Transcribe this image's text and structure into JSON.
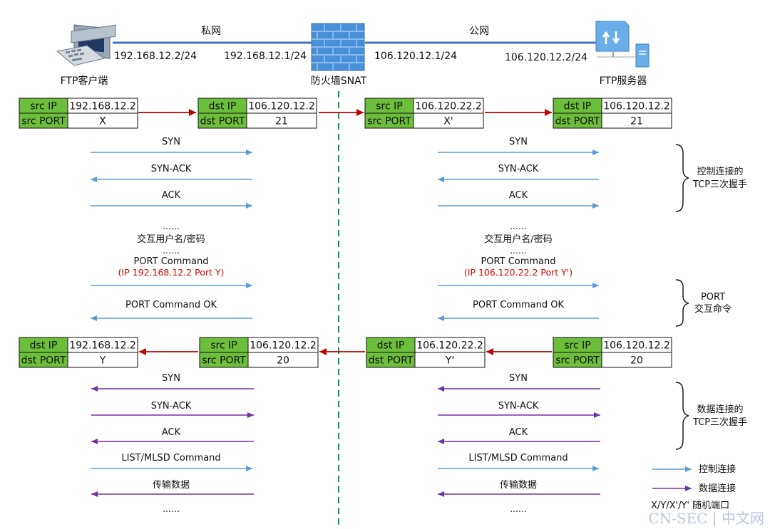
{
  "top": {
    "private_net": "私网",
    "public_net": "公网",
    "client_ip": "192.168.12.2/24",
    "fw_inside_ip": "192.168.12.1/24",
    "fw_outside_ip": "106.120.12.1/24",
    "server_ip": "106.120.12.2/24",
    "client_label": "FTP客户端",
    "firewall_label": "防火墙SNAT",
    "server_label": "FTP服务器"
  },
  "tables": {
    "t1": [
      [
        "src IP",
        "192.168.12.2"
      ],
      [
        "src PORT",
        "X"
      ]
    ],
    "t2": [
      [
        "dst IP",
        "106.120.12.2"
      ],
      [
        "dst PORT",
        "21"
      ]
    ],
    "t3": [
      [
        "src IP",
        "106.120.22.2"
      ],
      [
        "src PORT",
        "X'"
      ]
    ],
    "t4": [
      [
        "dst IP",
        "106.120.12.2"
      ],
      [
        "dst PORT",
        "21"
      ]
    ],
    "t5": [
      [
        "dst IP",
        "192.168.12.2"
      ],
      [
        "dst PORT",
        "Y"
      ]
    ],
    "t6": [
      [
        "src IP",
        "106.120.12.2"
      ],
      [
        "src PORT",
        "20"
      ]
    ],
    "t7": [
      [
        "dst IP",
        "106.120.22.2"
      ],
      [
        "dst PORT",
        "Y'"
      ]
    ],
    "t8": [
      [
        "src IP",
        "106.120.12.2"
      ],
      [
        "src PORT",
        "20"
      ]
    ]
  },
  "left_msgs": {
    "syn": "SYN",
    "synack": "SYN-ACK",
    "ack": "ACK",
    "dots1": "......",
    "auth": "交互用户名/密码",
    "dots2": "......",
    "port_cmd": "PORT Command",
    "port_detail": "(IP 192.168.12.2 Port Y)",
    "port_ok": "PORT Command OK",
    "d_syn": "SYN",
    "d_synack": "SYN-ACK",
    "d_ack": "ACK",
    "list": "LIST/MLSD Command",
    "transfer": "传输数据",
    "dots3": "......"
  },
  "right_msgs": {
    "syn": "SYN",
    "synack": "SYN-ACK",
    "ack": "ACK",
    "dots1": "......",
    "auth": "交互用户名/密码",
    "dots2": "......",
    "port_cmd": "PORT Command",
    "port_detail": "(IP 106.120.22.2 Port Y')",
    "port_ok": "PORT Command OK",
    "d_syn": "SYN",
    "d_synack": "SYN-ACK",
    "d_ack": "ACK",
    "list": "LIST/MLSD Command",
    "transfer": "传输数据",
    "dots3": "......"
  },
  "braces": {
    "control_line1": "控制连接的",
    "control_line2": "TCP三次握手",
    "port_line1": "PORT",
    "port_line2": "交互命令",
    "data_line1": "数据连接的",
    "data_line2": "TCP三次握手"
  },
  "legend": {
    "control": "控制连接",
    "data": "数据连接",
    "ports": "X/Y/X'/Y'  随机端口"
  },
  "watermark": "CN-SEC | 中文网",
  "colors": {
    "cell_green": "#6cbf3a",
    "control_arrow": "#5b9bd5",
    "data_arrow": "#7030a0",
    "packet_arrow": "#c00000",
    "link_line": "#4472c4",
    "divider": "#00a04a",
    "port_detail": "#e00000"
  }
}
